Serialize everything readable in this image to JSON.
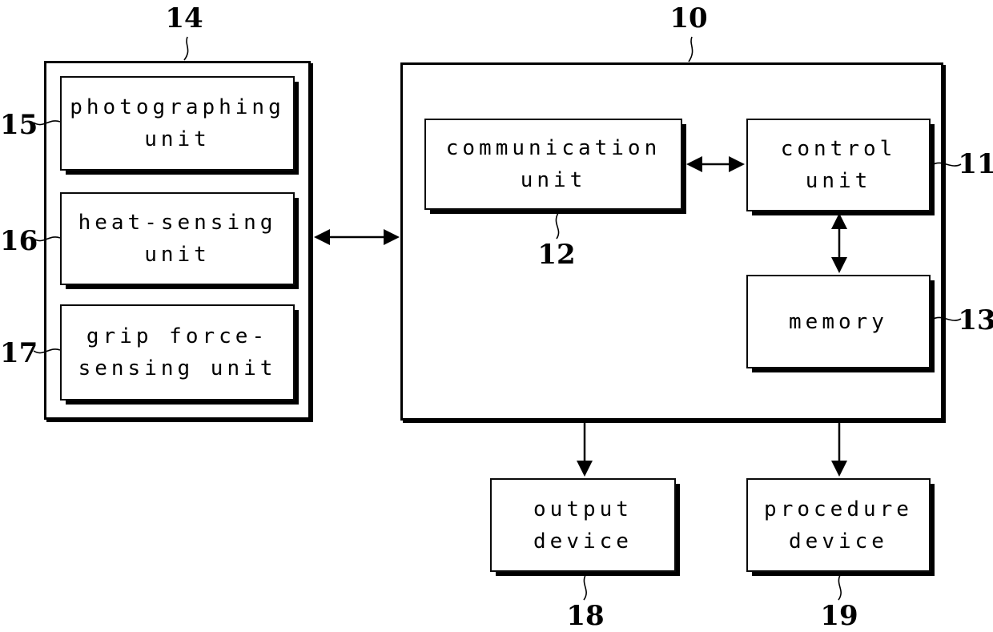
{
  "colors": {
    "ink": "#000000",
    "paper": "#ffffff"
  },
  "refs": {
    "r10": "10",
    "r11": "11",
    "r12": "12",
    "r13": "13",
    "r14": "14",
    "r15": "15",
    "r16": "16",
    "r17": "17",
    "r18": "18",
    "r19": "19"
  },
  "groups": {
    "sensor_group": {
      "ref": "14"
    },
    "main_device": {
      "ref": "10"
    }
  },
  "boxes": {
    "photographing": {
      "line1": "photographing",
      "line2": "unit",
      "ref": "15"
    },
    "heat": {
      "line1": "heat-sensing",
      "line2": "unit",
      "ref": "16"
    },
    "grip": {
      "line1": "grip force-",
      "line2": "sensing unit",
      "ref": "17"
    },
    "communication": {
      "line1": "communication",
      "line2": "unit",
      "ref": "12"
    },
    "control": {
      "line1": "control",
      "line2": "unit",
      "ref": "11"
    },
    "memory": {
      "line1": "memory",
      "ref": "13"
    },
    "output": {
      "line1": "output",
      "line2": "device",
      "ref": "18"
    },
    "procedure": {
      "line1": "procedure",
      "line2": "device",
      "ref": "19"
    }
  },
  "connections": [
    {
      "from": "sensor-group-14",
      "to": "main-device-group-10",
      "style": "double-arrow"
    },
    {
      "from": "communication-unit-12",
      "to": "control-unit-11",
      "style": "double-arrow"
    },
    {
      "from": "control-unit-11",
      "to": "memory-13",
      "style": "double-arrow"
    },
    {
      "from": "main-device-group-10",
      "to": "output-device-18",
      "style": "arrow"
    },
    {
      "from": "main-device-group-10",
      "to": "procedure-device-19",
      "style": "arrow"
    }
  ]
}
